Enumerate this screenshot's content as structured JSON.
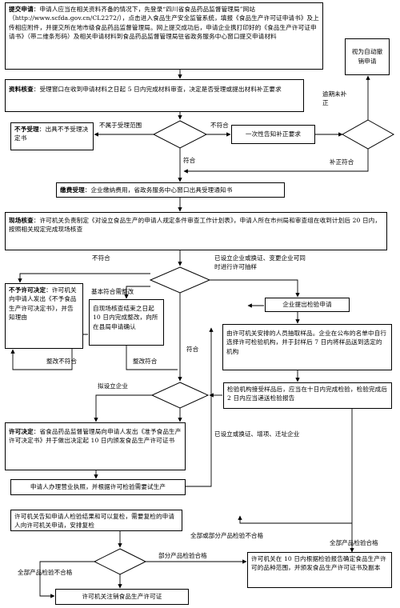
{
  "submit": {
    "title": "提交申请",
    "text": "：申请人应当在相关资料齐备的情况下，先登录“四川省食品药品监督管理局”网站（http://www.scfda.gov.cn/CL2272/），点击进入食品生产安全监管系统，填报《食品生产许可证申请书》及上传相应附件，并提交所在地市级食品药品监督管理局。网上提交成功后，申请企业携打印好的《食品生产许可证申请书》（带二维条形码）及相关申请材料到食品药品监督管理局驻省政务服务中心窗口提交申请材料"
  },
  "revoked": {
    "text": "视为自动撤销申请"
  },
  "overdue": {
    "text": "逾期未补　正"
  },
  "review": {
    "title": "资料核查",
    "text": "：受理窗口在收到申请材料之日起 5 日内完成材料审查，决定是否受理或提出材料补正要求"
  },
  "reject_accept": {
    "title": "不予受理",
    "text": "：出具不予受理决定书"
  },
  "labels": {
    "not_in_scope": "不属于受理范围",
    "not_conform_1": "不符合",
    "conform_1": "符合",
    "supplement_conform": "补正符合",
    "not_conform_2": "不符合",
    "already_established": "已设立企业或换证、变更企业可同时进行许可抽样",
    "basic_conform": "基本符合需整改",
    "rectify_not_conform": "整改不符合",
    "rectify_conform": "整改符合",
    "conform_2": "符合",
    "to_establish": "拟设立企业",
    "established_change": "已设立或换证、增项、迁址企业",
    "all_or_partial_fail": "全部或部分产品检验不合格",
    "all_pass": "全部产品检验合格",
    "partial_pass": "部分产品检验合格",
    "all_fail": "全部产品检验不合格"
  },
  "one_time_notice": {
    "text": "一次性告知补正要求"
  },
  "fee": {
    "title": "缴费受理",
    "text": "：企业缴纳费用，省政务服务中心窗口出具受理通知书"
  },
  "inspection": {
    "title": "现场核查",
    "text": "：许可机关负责制定《对设立食品生产的申请人规定条件审查工作计划表》，申请人所在市州局和审查组在收到计划后 20 日内，按照相关规定完成现场核查"
  },
  "reject_license": {
    "title": "不予许可决定",
    "text": "：许可机关向申请人发出《不予食品生产许可决定书》，并告知理由"
  },
  "rectify": {
    "text": "自现场核查结束之日起 10 日内完成整改，向所在县局申请确认"
  },
  "enterprise_test": {
    "text": "企业提出检验申请"
  },
  "sampling": {
    "text": "由许可机关安排的人员抽取样品。企业在公布的名单中自行选择许可检验机构，并于封样后 7 日内将样品送到选定的机构"
  },
  "lab_test": {
    "text": "检验机构接受样品后，应当在十日内完成检验，检验完成后 2 日内应当递送检验报告"
  },
  "grant": {
    "title": "许可决定",
    "text": "：省食品药品监督管理局向申请人发出《准予食品生产许可决定书》并于做出决定起 10 日内颁发食品生产许可证书"
  },
  "business_license": {
    "text": "申请人办理营业执照，并根据许可检验需要试生产"
  },
  "retest_notice": {
    "text": "许可机关告知申请人检验结果和可以复检，需要复检的申请人向许可机关申请，安排复检"
  },
  "final_decision": {
    "text": "许可机关在 10 日内根据检验报告确定食品生产许可的品种范围，并颁发食品生产许可证书及副本"
  },
  "cancel": {
    "text": "许可机关注销食品生产许可证"
  }
}
